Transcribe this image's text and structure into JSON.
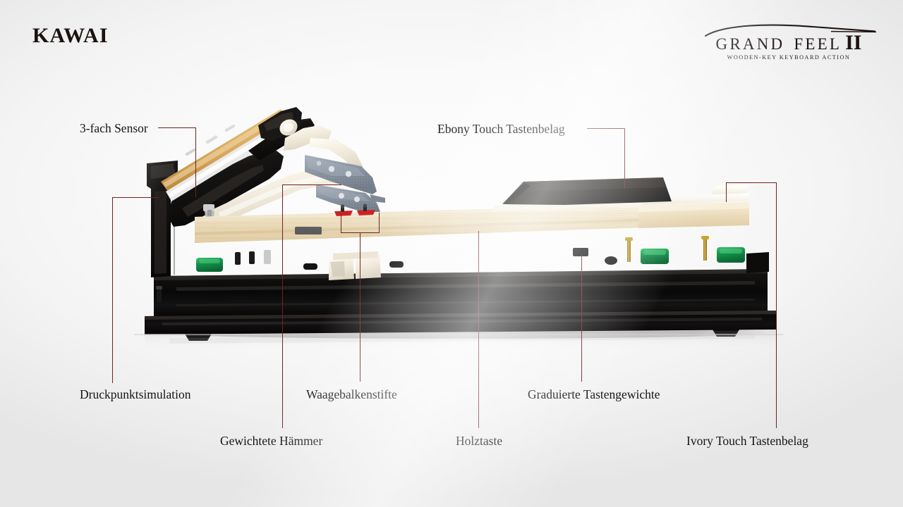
{
  "header": {
    "brand": "KAWAI",
    "product_logo": {
      "word1": "GRAND",
      "word2": "FEEL",
      "numeral": "II",
      "subtitle": "WOODEN-KEY  KEYBOARD  ACTION"
    }
  },
  "colors": {
    "background": "#f6f6f6",
    "leader_line": "#6e2222",
    "label_text": "#171312",
    "brand_text": "#1b1210",
    "key_wood": "#efe2c6",
    "ebony_key": "#15120f",
    "ivory_key": "#f7f5ee",
    "chassis_black": "#100e0d",
    "hammer_felt": "#8d97a3",
    "green_pad": "#1f9e52",
    "brass_pin": "#b7912c",
    "red_pin": "#cc2222"
  },
  "callouts": [
    {
      "id": "dreifach-sensor",
      "label": "3-fach Sensor"
    },
    {
      "id": "ebony-touch",
      "label": "Ebony Touch Tastenbelag"
    },
    {
      "id": "druckpunktsimulation",
      "label": "Druckpunktsimulation"
    },
    {
      "id": "waagebalkenstifte",
      "label": "Waagebalkenstifte"
    },
    {
      "id": "graduierte-gewichte",
      "label": "Graduierte Tastengewichte"
    },
    {
      "id": "gewichtete-haemmer",
      "label": "Gewichtete Hämmer"
    },
    {
      "id": "holztaste",
      "label": "Holztaste"
    },
    {
      "id": "ivory-touch",
      "label": "Ivory Touch Tastenbelag"
    }
  ]
}
